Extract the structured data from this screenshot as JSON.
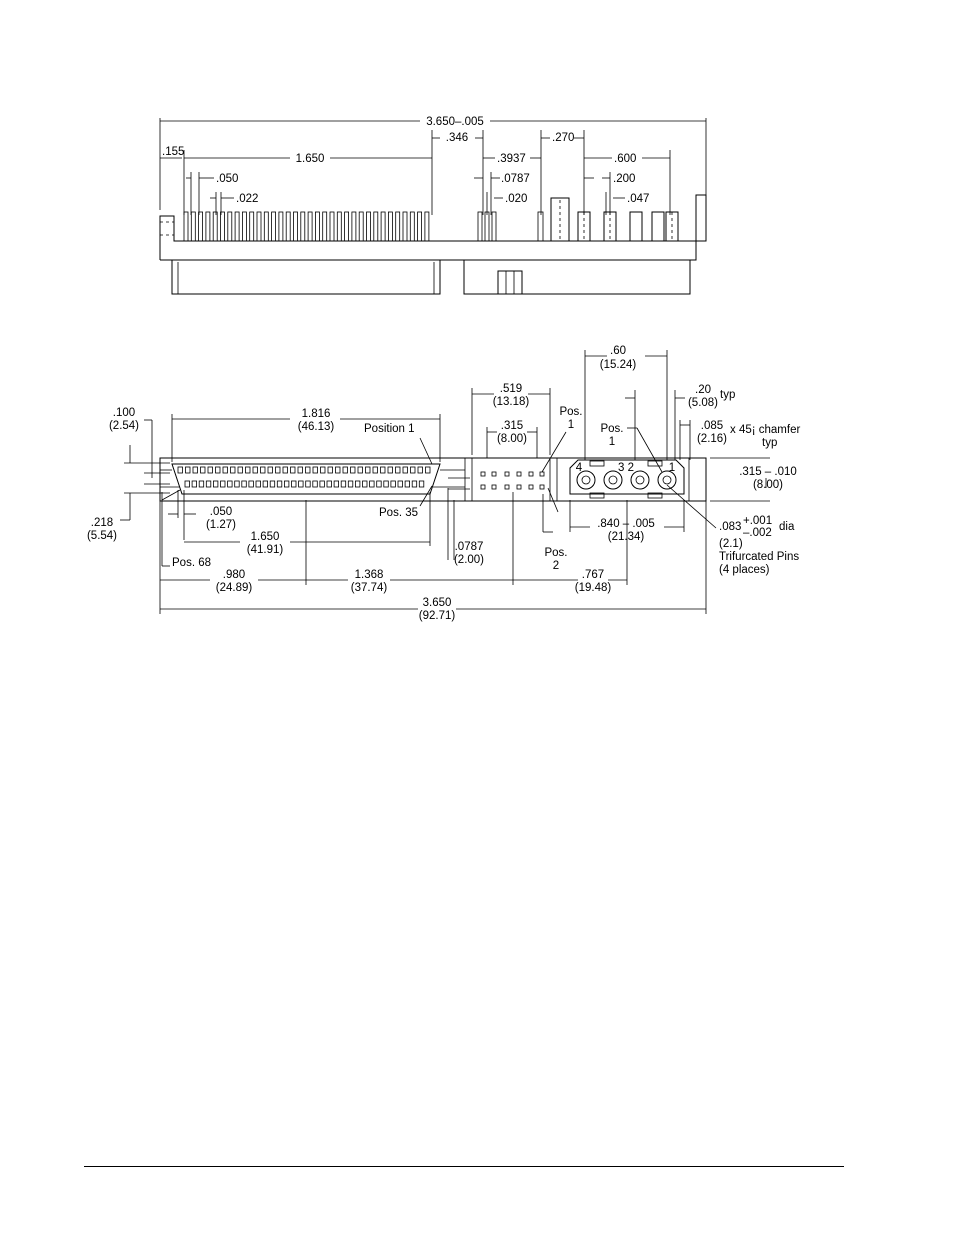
{
  "top_view": {
    "overall": "3.650–.005",
    "d155": ".155",
    "d1650": "1.650",
    "d346": ".346",
    "d3937": ".3937",
    "d270": ".270",
    "d600": ".600",
    "d050": ".050",
    "d022": ".022",
    "d0787": ".0787",
    "d020": ".020",
    "d200": ".200",
    "d047": ".047"
  },
  "front_view": {
    "d60": ".60",
    "d60mm": "(15.24)",
    "d519": ".519",
    "d519mm": "(13.18)",
    "d20": ".20",
    "d20mm": "(5.08)",
    "typ1": "typ",
    "d100": ".100",
    "d100mm": "(2.54)",
    "d1816": "1.816",
    "d1816mm": "(46.13)",
    "position1": "Position 1",
    "pos_a": "Pos.",
    "pos_a_num": "1",
    "d315": ".315",
    "d315mm": "(8.00)",
    "pos_b": "Pos.",
    "pos_b_num": "1",
    "d085": ".085",
    "d085mm": "(2.16)",
    "chamfer": "x 45¡ chamfer",
    "typ2": "typ",
    "pin4": "4",
    "pin32": "3 2",
    "pin1": "1",
    "d315tol": ".315 – .010",
    "d315tolmm": "(8.00)",
    "d218": ".218",
    "d218mm": "(5.54)",
    "pos35": "Pos. 35",
    "d050": ".050",
    "d050mm": "(1.27)",
    "d1650": "1.650",
    "d1650mm": "(41.91)",
    "d0787": ".0787",
    "d0787mm": "(2.00)",
    "pos2": "Pos.",
    "pos2_num": "2",
    "d840": ".840 – .005",
    "d840mm": "(21.34)",
    "d083": ".083",
    "tol_plus": "+.001",
    "tol_minus": "–.002",
    "dia": "dia",
    "d21": "(2.1)",
    "trifurcated": "Trifurcated Pins",
    "places": "(4 places)",
    "pos68": "Pos. 68",
    "d980": ".980",
    "d980mm": "(24.89)",
    "d1368": "1.368",
    "d1368mm": "(37.74)",
    "d767": ".767",
    "d767mm": "(19.48)",
    "d3650": "3.650",
    "d3650mm": "(92.71)"
  }
}
